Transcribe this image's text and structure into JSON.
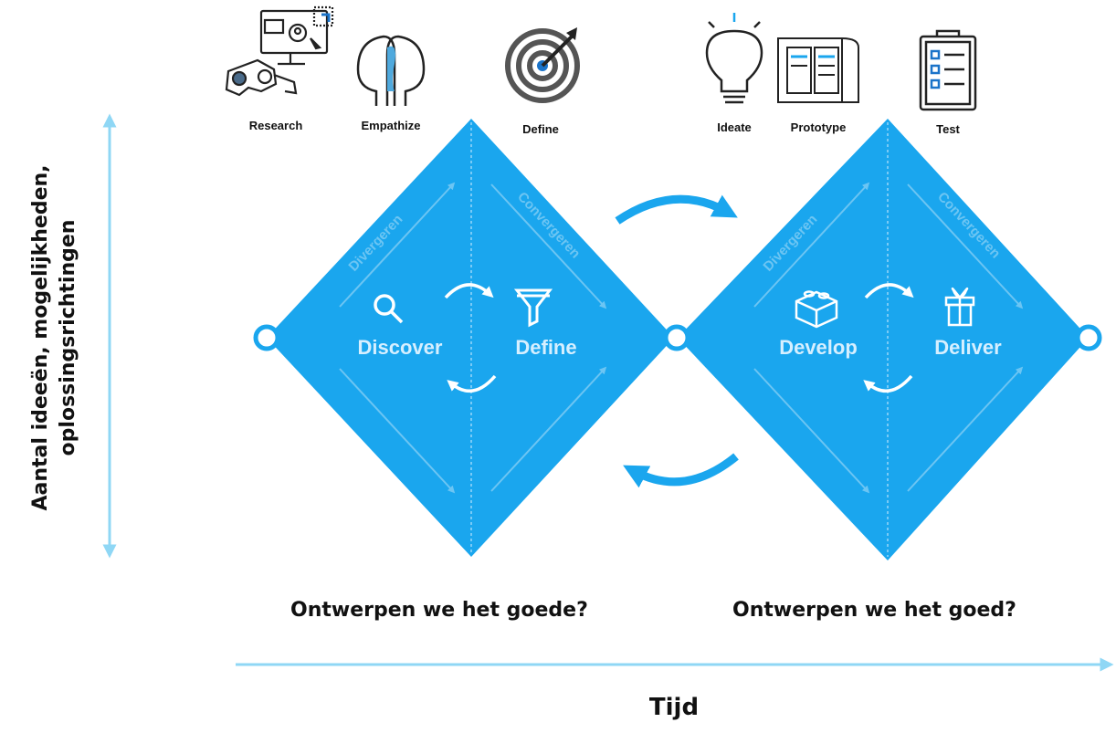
{
  "icons": [
    {
      "label": "Research",
      "icon": "research-icon"
    },
    {
      "label": "Empathize",
      "icon": "empathize-icon"
    },
    {
      "label": "Define",
      "icon": "target-icon"
    },
    {
      "label": "Ideate",
      "icon": "lightbulb-icon"
    },
    {
      "label": "Prototype",
      "icon": "blueprint-icon"
    },
    {
      "label": "Test",
      "icon": "clipboard-icon"
    }
  ],
  "diamonds": [
    {
      "left_phase": "Discover",
      "right_phase": "Define",
      "diverge_label": "Divergeren",
      "converge_label": "Convergeren",
      "question": "Ontwerpen we het goede?"
    },
    {
      "left_phase": "Develop",
      "right_phase": "Deliver",
      "diverge_label": "Divergeren",
      "converge_label": "Convergeren",
      "question": "Ontwerpen we het goed?"
    }
  ],
  "y_axis": {
    "line1": "Aantal ideeën, mogelijkheden,",
    "line2": "oplossingsrichtingen"
  },
  "x_axis": {
    "label": "Tijd"
  },
  "colors": {
    "diamond": "#1aa6ee",
    "axis": "#8fd7f5",
    "arrow": "#1aa6ee",
    "faint": "#7fcdf6",
    "text_on_blue": "#e6f5ff"
  }
}
